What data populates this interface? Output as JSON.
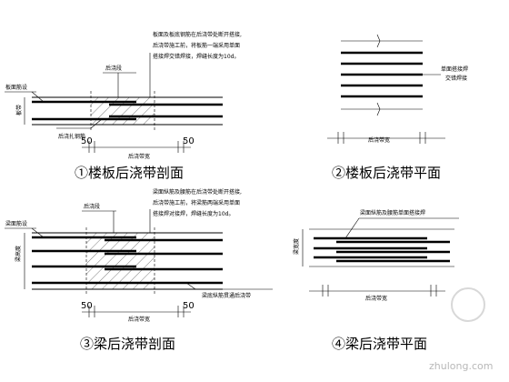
{
  "panel1": {
    "title": "①楼板后浇带剖面",
    "note_line1": "板面及板底钢筋在后浇带处断开搭接,",
    "note_line2": "后浇带施工前，将板筋一端采用单面",
    "note_line3": "搭接焊交错焊接，焊缝长度为10d。",
    "label_section": "后浇段",
    "label_top_rebar": "板面筋设",
    "label_slab": "板带",
    "label_mesh": "后浇扎钢筋",
    "dim_left": "50",
    "dim_right": "50",
    "dim_width": "后浇带宽"
  },
  "panel2": {
    "title": "②楼板后浇带平面",
    "label_weld_line1": "单面搭接焊",
    "label_weld_line2": "交错焊接",
    "dim_width": "后浇带宽"
  },
  "panel3": {
    "title": "③梁后浇带剖面",
    "note_line1": "梁面纵筋及腰筋在后浇带处断开搭接,",
    "note_line2": "后浇带施工前，将梁筋两端采用单面",
    "note_line3": "搭接焊对接焊，焊缝长度为10d。",
    "label_section": "后浇段",
    "label_top_rebar": "梁面筋设",
    "label_beam": "梁高度",
    "label_bottom": "梁底纵筋贯通后浇带",
    "dim_left": "50",
    "dim_right": "50",
    "dim_width": "后浇带宽"
  },
  "panel4": {
    "title": "④梁后浇带平面",
    "label_rebar": "梁面纵筋及腰筋单面搭接焊",
    "label_beam": "梁宽度",
    "dim_width": "后浇带宽"
  },
  "watermark": "zhulong.com"
}
